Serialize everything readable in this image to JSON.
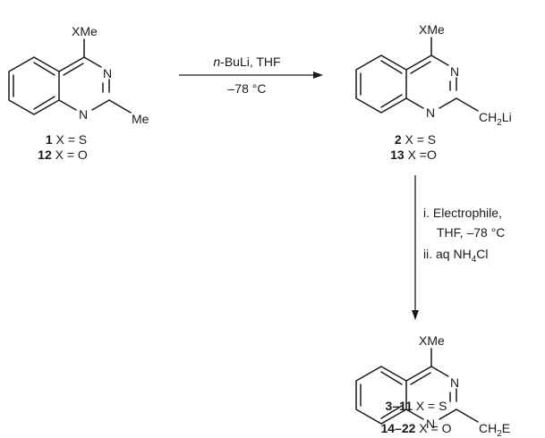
{
  "molecules": [
    {
      "id": "start",
      "top_group": "XMe",
      "ring_atoms": [
        "N",
        "N"
      ],
      "substituent": {
        "main": "Me",
        "sub": "",
        "tail": ""
      },
      "labels": [
        {
          "num": "1",
          "text": " X = S"
        },
        {
          "num": "12",
          "text": " X = O"
        }
      ]
    },
    {
      "id": "lithiated",
      "top_group": "XMe",
      "ring_atoms": [
        "N",
        "N"
      ],
      "substituent": {
        "main": "CH",
        "sub": "2",
        "tail": "Li"
      },
      "labels": [
        {
          "num": "2",
          "text": " X = S"
        },
        {
          "num": "13",
          "text": " X =O"
        }
      ]
    },
    {
      "id": "product",
      "top_group": "XMe",
      "ring_atoms": [
        "N",
        "N"
      ],
      "substituent": {
        "main": "CH",
        "sub": "2",
        "tail": "E"
      },
      "labels": [
        {
          "num": "3–11",
          "text": " X = S"
        },
        {
          "num": "14–22",
          "text": " X = O"
        }
      ]
    }
  ],
  "arrows": {
    "step1": {
      "reagent_italic": "n",
      "reagent_rest": "-BuLi, THF",
      "temperature": "–78 °C"
    },
    "step2": {
      "line1": "i. Electrophile,",
      "line2": "THF, –78 °C",
      "line3_pre": "ii. aq NH",
      "line3_sub": "4",
      "line3_post": "Cl"
    }
  }
}
